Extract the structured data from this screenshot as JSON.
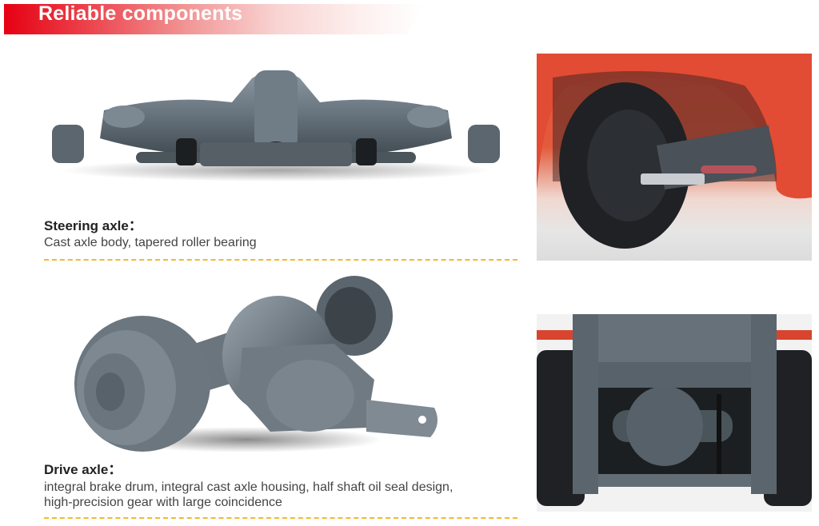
{
  "banner": {
    "title": "Reliable components",
    "color_start": "#e60012"
  },
  "sections": [
    {
      "heading": "Steering axle：",
      "description": "Cast axle body, tapered roller bearing",
      "image_label": "steering-axle-illustration",
      "photo_label": "steering-axle-installed-photo"
    },
    {
      "heading": "Drive axle：",
      "description_lines": [
        "integral brake drum, integral cast axle housing, half shaft oil seal design,",
        "high-precision gear with large coincidence"
      ],
      "image_label": "drive-axle-illustration",
      "photo_label": "drive-axle-installed-photo"
    }
  ],
  "colors": {
    "divider": "#f5b830",
    "forklift_body": "#e8503a",
    "metal_gray": "#5d6870"
  }
}
